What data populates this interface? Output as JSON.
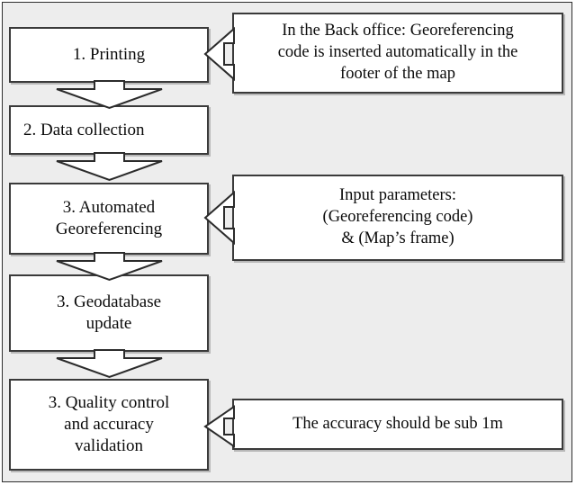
{
  "diagram": {
    "title": "Automated georeferencing workflow flowchart",
    "background_color": "#ededed",
    "box_fill_color": "#ffffff",
    "border_color": "#3a3a3a",
    "process_steps": [
      {
        "id": "printing",
        "label": "1. Printing"
      },
      {
        "id": "collection",
        "label": "2. Data collection"
      },
      {
        "id": "georef",
        "label": "3. Automated\nGeoreferencing"
      },
      {
        "id": "geodb",
        "label": "3. Geodatabase\nupdate"
      },
      {
        "id": "quality",
        "label": "3. Quality control\nand accuracy\nvalidation"
      }
    ],
    "notes": [
      {
        "id": "backoffice",
        "label": "In the Back office: Georeferencing\ncode is inserted automatically in the\nfooter of the map",
        "attaches_to": "printing"
      },
      {
        "id": "inputs",
        "label": "Input parameters:\n(Georeferencing code)\n& (Map’s frame)",
        "attaches_to": "georef"
      },
      {
        "id": "accuracy",
        "label": "The accuracy should be sub 1m",
        "attaches_to": "quality"
      }
    ],
    "flow_arrows": [
      {
        "id": "printing-to-collection",
        "direction": "down"
      },
      {
        "id": "collection-to-georef",
        "direction": "down"
      },
      {
        "id": "georef-to-geodb",
        "direction": "down"
      },
      {
        "id": "geodb-to-quality",
        "direction": "down"
      }
    ],
    "note_arrows": [
      {
        "id": "backoffice-to-printing",
        "direction": "left"
      },
      {
        "id": "inputs-to-georef",
        "direction": "left"
      },
      {
        "id": "accuracy-to-quality",
        "direction": "left"
      }
    ]
  }
}
